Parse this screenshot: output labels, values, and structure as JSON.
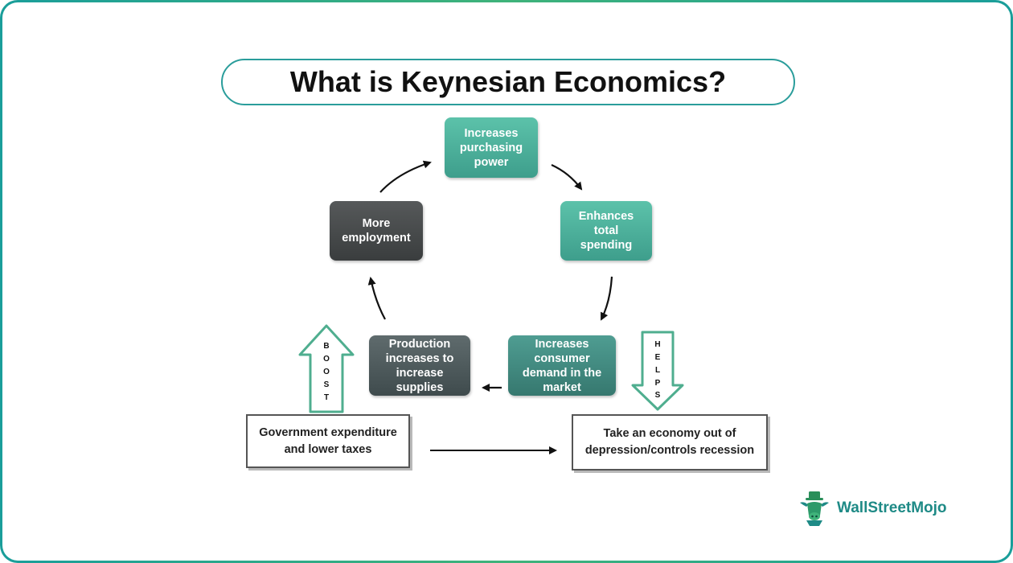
{
  "title": "What is Keynesian Economics?",
  "cycle": {
    "purchasing_power": "Increases purchasing power",
    "total_spending": "Enhances total spending",
    "consumer_demand": "Increases consumer demand in the market",
    "production": "Production increases to increase supplies",
    "employment": "More employment"
  },
  "policy": {
    "government": "Government expenditure and lower taxes",
    "outcome": "Take an economy out of depression/controls recession",
    "boost_letters": [
      "B",
      "O",
      "O",
      "S",
      "T"
    ],
    "helps_letters": [
      "H",
      "E",
      "L",
      "P",
      "S"
    ]
  },
  "brand": {
    "name": "WallStreetMojo",
    "icon": "bull-mascot-icon",
    "color": "#1e8a86"
  },
  "colors": {
    "teal": "#4fb39d",
    "dark": "#46494a",
    "accent_border": "#2a9d9b"
  }
}
